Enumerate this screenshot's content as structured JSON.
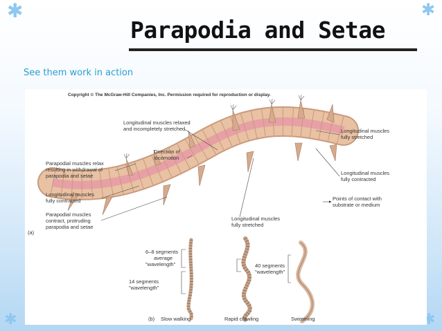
{
  "slide": {
    "title": "Parapodia and Setae",
    "link_text": "See them work in action"
  },
  "figure": {
    "copyright": "Copyright © The McGraw-Hill Companies, Inc. Permission required for reproduction or display.",
    "panel_a_label": "(a)",
    "panel_b_label": "(b)",
    "labels_a": {
      "l1a": "Longitudinal muscles relaxed",
      "l1b": "and incompletely stretched",
      "l2a": "Direction of",
      "l2b": "locomotion",
      "l3a": "Parapodial muscles relax",
      "l3b": "resulting in withdrawal of",
      "l3c": "parapodia and setae",
      "l4a": "Longitudinal muscles",
      "l4b": "fully contracted",
      "l5a": "Parapodial muscles",
      "l5b": "contract, protruding",
      "l5c": "parapodia and setae",
      "l6a": "Longitudinal muscles",
      "l6b": "fully stretched",
      "r1a": "Longitudinal muscles",
      "r1b": "fully stretched",
      "r2a": "Longitudinal muscles",
      "r2b": "fully contracted",
      "r3a": "Points of contact with",
      "r3b": "substrate or medium"
    },
    "labels_b": {
      "seg1a": "6–8 segments",
      "seg1b": "average",
      "seg1c": "\"wavelength\"",
      "seg2a": "14 segments",
      "seg2b": "\"wavelength\"",
      "seg3a": "40 segments",
      "seg3b": "\"wavelength\"",
      "mode1": "Slow walking",
      "mode2": "Rapid crawling",
      "mode3": "Swimming"
    }
  },
  "colors": {
    "accent_blue": "#2a9ed2",
    "star_blue": "#8ec7ef",
    "worm_body": "#e9c1a3",
    "worm_band": "#e7a0a6"
  }
}
